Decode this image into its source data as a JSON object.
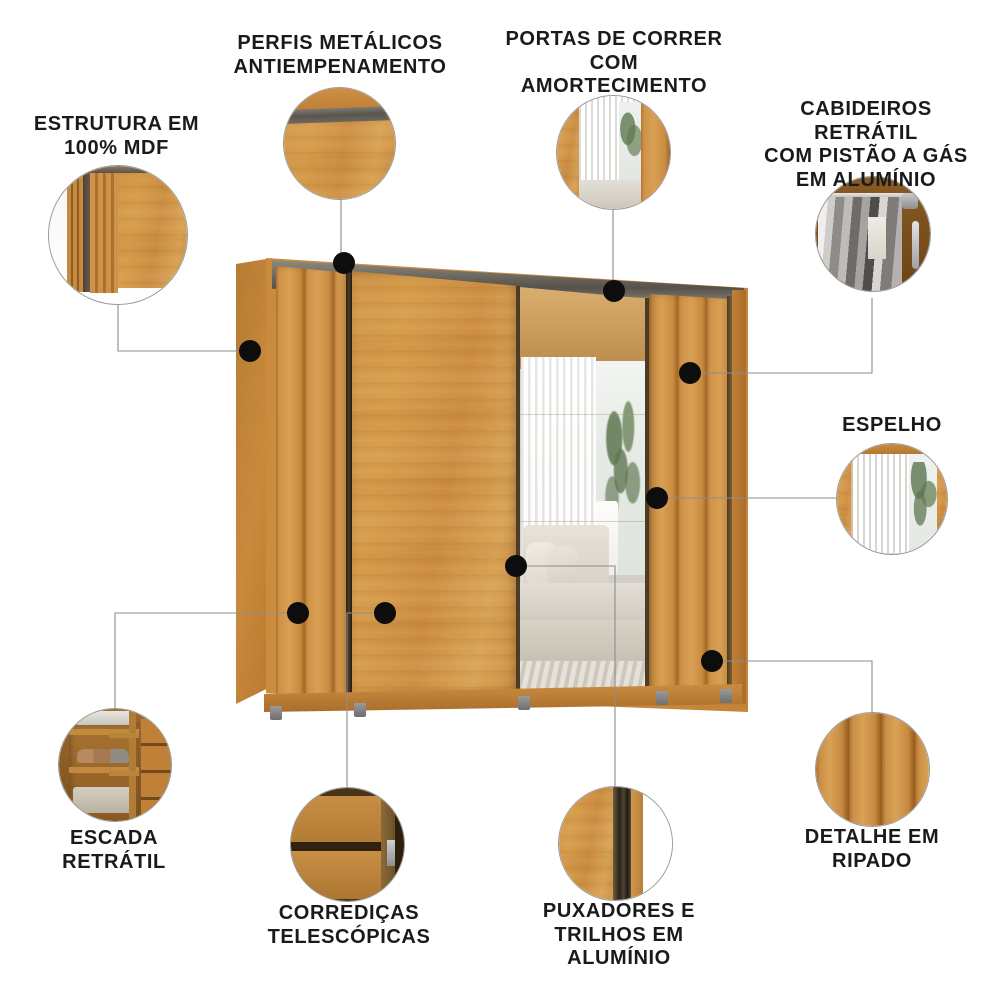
{
  "page": {
    "title": "Guarda-roupa - Destaques do produto",
    "background_color": "#ffffff",
    "dot_color": "#0d0d0d",
    "line_color": "#8d8d8d",
    "text_color": "#1a1a1a",
    "wood_color": "#cf9346",
    "metal_color": "#6d6961",
    "mirror_color": "#dcd9d2"
  },
  "features": [
    {
      "id": "estrutura",
      "label": "ESTRUTURA EM\n100% MDF",
      "bubble": "mdf-panel-closeup"
    },
    {
      "id": "perfis",
      "label": "PERFIS METÁLICOS\nANTIEMPENAMENTO",
      "bubble": "metal-profile-closeup"
    },
    {
      "id": "portas",
      "label": "PORTAS DE CORRER\nCOM AMORTECIMENTO",
      "bubble": "sliding-door-mirror-closeup"
    },
    {
      "id": "cabideiros",
      "label": "CABIDEIROS RETRÁTIL\nCOM PISTÃO A GÁS\nEM ALUMÍNIO",
      "bubble": "clothes-rail-closeup"
    },
    {
      "id": "espelho",
      "label": "ESPELHO",
      "bubble": "mirror-curtain-closeup"
    },
    {
      "id": "ripado",
      "label": "DETALHE EM\nRIPADO",
      "bubble": "slatted-wood-closeup"
    },
    {
      "id": "puxadores",
      "label": "PUXADORES E\nTRILHOS EM\nALUMÍNIO",
      "bubble": "aluminium-handle-closeup"
    },
    {
      "id": "corredicas",
      "label": "CORREDIÇAS\nTELESCÓPICAS",
      "bubble": "drawer-slide-closeup"
    },
    {
      "id": "escada",
      "label": "ESCADA\nRETRÁTIL",
      "bubble": "retractable-ladder-closeup"
    }
  ]
}
